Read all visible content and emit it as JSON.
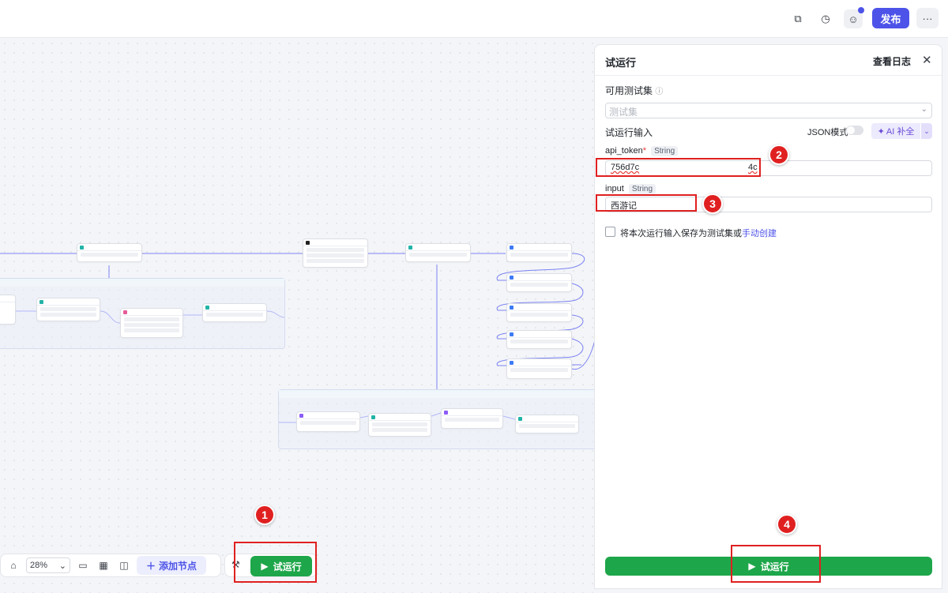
{
  "topbar": {
    "publish_label": "发布",
    "more_label": "···",
    "icons": [
      "layers-icon",
      "history-icon",
      "collaborators-icon"
    ]
  },
  "canvas": {
    "zoom": "28%",
    "add_node_label": "添加节点",
    "run_label": "试运行"
  },
  "panel": {
    "title": "试运行",
    "view_log": "查看日志",
    "testset_label": "可用测试集",
    "testset_placeholder": "测试集",
    "run_input_label": "试运行输入",
    "json_mode_label": "JSON模式",
    "ai_complete_label": "AI 补全",
    "fields": [
      {
        "name": "api_token",
        "type": "String",
        "required": true,
        "value": "756d7c",
        "value_suffix": "4c"
      },
      {
        "name": "input",
        "type": "String",
        "required": false,
        "value": "西游记"
      }
    ],
    "save_text": "将本次运行输入保存为测试集或",
    "save_link": "手动创建",
    "run_label": "试运行"
  },
  "annotations": [
    "1",
    "2",
    "3",
    "4"
  ],
  "colors": {
    "accent": "#4d53e8",
    "run_green": "#1ea64a",
    "annotation_red": "#e02020"
  }
}
